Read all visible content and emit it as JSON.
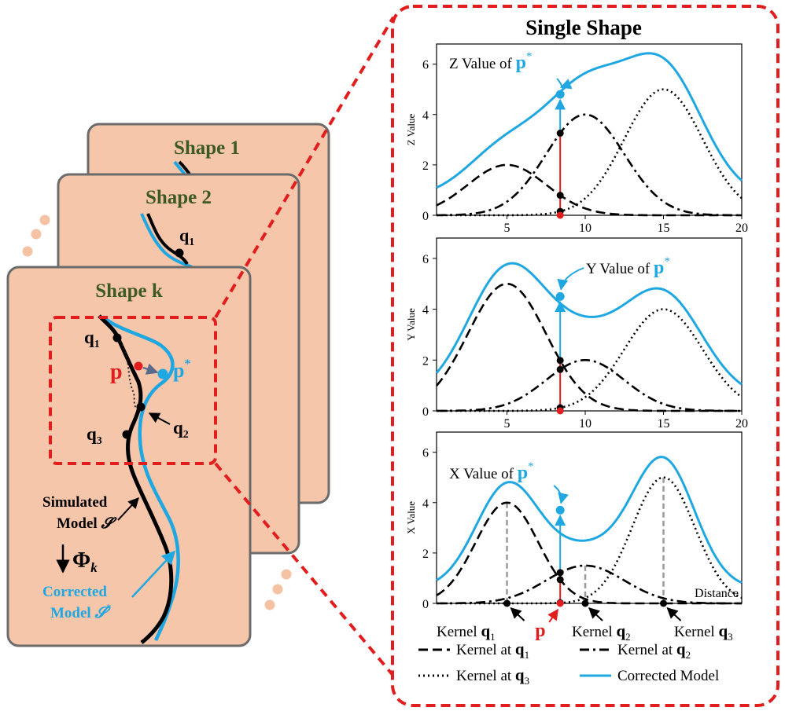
{
  "colors": {
    "card_fill": "#f6c6ab",
    "card_border": "#6b6b6b",
    "title_green": "#3e5a24",
    "accent_red": "#e11d1d",
    "corrected_blue": "#1ea7e1",
    "dots": "#f5c2a4"
  },
  "cards": [
    {
      "title": "Shape 1"
    },
    {
      "title": "Shape 2"
    },
    {
      "title": "Shape k"
    }
  ],
  "left_labels": {
    "q1": "q",
    "q1_sub": "1",
    "q2": "q",
    "q2_sub": "2",
    "q3": "q",
    "q3_sub": "3",
    "p": "p",
    "pstar": "p",
    "pstar_sup": "*",
    "simulated_line1": "Simulated",
    "simulated_line2": "Model",
    "simulated_symbol": "𝓢",
    "phi": "Φ",
    "phi_sub": "k",
    "corrected_line1": "Corrected",
    "corrected_line2": "Model",
    "corrected_symbol": "𝓢",
    "corrected_sup": "*"
  },
  "panel": {
    "title": "Single Shape"
  },
  "chart_data": [
    {
      "type": "line",
      "panel": "z",
      "ylabel": "Z Value",
      "annotation": "Z Value of",
      "annotation_symbol": "p",
      "annotation_sup": "*",
      "xlim": [
        0.5,
        20
      ],
      "ylim": [
        0,
        6.8
      ],
      "xticks": [
        5,
        10,
        15,
        20
      ],
      "yticks": [
        0,
        2,
        4,
        6
      ],
      "kernels": [
        {
          "name": "Kernel at q1",
          "center": 5,
          "amp": 2,
          "sigma": 2.5,
          "style": "dashed"
        },
        {
          "name": "Kernel at q2",
          "center": 10,
          "amp": 4,
          "sigma": 2.5,
          "style": "dashdot"
        },
        {
          "name": "Kernel at q3",
          "center": 15,
          "amp": 5,
          "sigma": 2.5,
          "style": "dotted"
        }
      ],
      "baseline": 0.7,
      "p_x": 8.4,
      "pstar_value": 4.8
    },
    {
      "type": "line",
      "panel": "y",
      "ylabel": "Y Value",
      "annotation": "Y Value of",
      "annotation_symbol": "p",
      "annotation_sup": "*",
      "xlim": [
        0.5,
        20
      ],
      "ylim": [
        0,
        6.8
      ],
      "xticks": [
        5,
        10,
        15,
        20
      ],
      "yticks": [
        0,
        2,
        4,
        6
      ],
      "kernels": [
        {
          "name": "Kernel at q1",
          "center": 5,
          "amp": 5,
          "sigma": 2.5,
          "style": "dashed"
        },
        {
          "name": "Kernel at q2",
          "center": 10,
          "amp": 2,
          "sigma": 2.5,
          "style": "dashdot"
        },
        {
          "name": "Kernel at q3",
          "center": 15,
          "amp": 4,
          "sigma": 2.5,
          "style": "dotted"
        }
      ],
      "baseline": 0.5,
      "p_x": 8.4,
      "pstar_value": 4.5
    },
    {
      "type": "line",
      "panel": "x",
      "ylabel": "X Value",
      "xlabel": "Distance",
      "annotation": "X Value of",
      "annotation_symbol": "p",
      "annotation_sup": "*",
      "xlim": [
        0.5,
        20
      ],
      "ylim": [
        0,
        6.8
      ],
      "xticks": [],
      "yticks": [
        0,
        2,
        4,
        6
      ],
      "kernels": [
        {
          "name": "Kernel at q1",
          "center": 5,
          "amp": 4,
          "sigma": 2.0,
          "style": "dashed"
        },
        {
          "name": "Kernel at q2",
          "center": 10,
          "amp": 1.5,
          "sigma": 2.5,
          "style": "dashdot"
        },
        {
          "name": "Kernel at q3",
          "center": 15,
          "amp": 5,
          "sigma": 2.0,
          "style": "dotted"
        }
      ],
      "baseline": 0.6,
      "p_x": 8.4,
      "pstar_value": 3.7,
      "kernel_labels": [
        {
          "text": "Kernel",
          "sym": "q",
          "sub": "1",
          "x": 5
        },
        {
          "text": "Kernel",
          "sym": "q",
          "sub": "2",
          "x": 10
        },
        {
          "text": "Kernel",
          "sym": "q",
          "sub": "3",
          "x": 15
        }
      ],
      "p_label": "p"
    }
  ],
  "legend": [
    {
      "label": "Kernel at",
      "sym": "q",
      "sub": "1",
      "style": "dashed"
    },
    {
      "label": "Kernel at",
      "sym": "q",
      "sub": "2",
      "style": "dashdot"
    },
    {
      "label": "Kernel at",
      "sym": "q",
      "sub": "3",
      "style": "dotted"
    },
    {
      "label": "Corrected Model",
      "style": "solid-blue"
    }
  ]
}
